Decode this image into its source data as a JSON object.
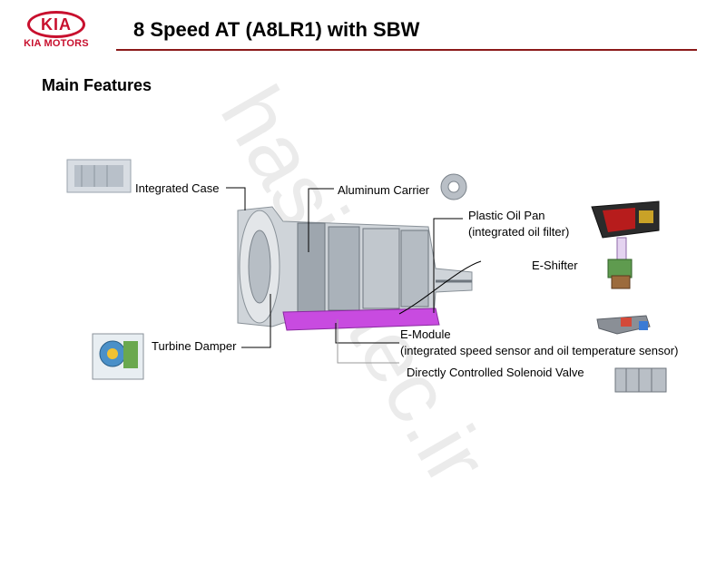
{
  "logo": {
    "brand": "KIA",
    "name": "KIA MOTORS"
  },
  "header": {
    "title": "8 Speed AT (A8LR1) with SBW"
  },
  "section": {
    "title": "Main Features"
  },
  "watermark": "hasicotec.ir",
  "features": {
    "integrated_case": "Integrated Case",
    "aluminum_carrier": "Aluminum Carrier",
    "plastic_oil_pan": "Plastic Oil Pan",
    "plastic_oil_pan_note": "(integrated oil filter)",
    "e_shifter": "E-Shifter",
    "turbine_damper": "Turbine Damper",
    "e_module": "E-Module",
    "e_module_note": "(integrated speed sensor and oil temperature sensor)",
    "solenoid_valve": "Directly Controlled Solenoid Valve"
  },
  "colors": {
    "brand_red": "#c8102e",
    "rule": "#8b1a1a",
    "module": "#c84be0"
  }
}
